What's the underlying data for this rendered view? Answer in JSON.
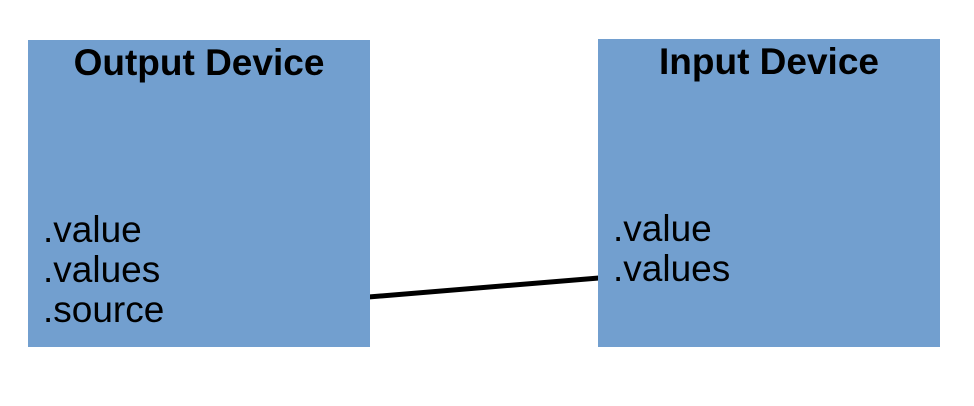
{
  "colors": {
    "background": "#ffffff",
    "box_fill": "#729fcf",
    "arrow": "#000000",
    "text": "#000000"
  },
  "output_device": {
    "title": "Output Device",
    "properties": [
      ".value",
      ".values",
      ".source"
    ]
  },
  "input_device": {
    "title": "Input Device",
    "properties": [
      ".value",
      ".values"
    ]
  },
  "arrow": {
    "from": "Input Device .values",
    "to": "Output Device .source"
  }
}
